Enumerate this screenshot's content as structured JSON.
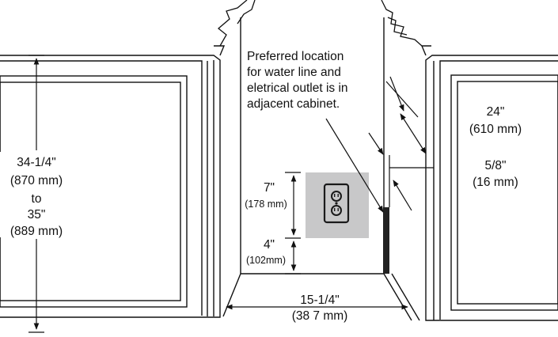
{
  "note": {
    "lines": [
      "Preferred location",
      "for water line and",
      "eletrical outlet is in",
      "adjacent cabinet."
    ]
  },
  "dims": {
    "cabinet_height": {
      "a": "34-1/4\"",
      "a_mm": "(870 mm)",
      "to": "to",
      "b": "35\"",
      "b_mm": "(889 mm)"
    },
    "depth": {
      "value": "24\"",
      "mm": "(610 mm)"
    },
    "thickness": {
      "value": "5/8\"",
      "mm": "(16 mm)"
    },
    "outlet_height": {
      "value": "7\"",
      "mm": "(178 mm)"
    },
    "outlet_offset": {
      "value": "4\"",
      "mm": "(102mm)"
    },
    "opening_width": {
      "value": "15-1/4\"",
      "mm": "(38 7 mm)"
    }
  },
  "colors": {
    "line": "#111111",
    "outlet_plate": "#c8c8c9",
    "outlet_box": "#1a1a1a"
  },
  "icons": {
    "outlet": "duplex-outlet-icon"
  }
}
